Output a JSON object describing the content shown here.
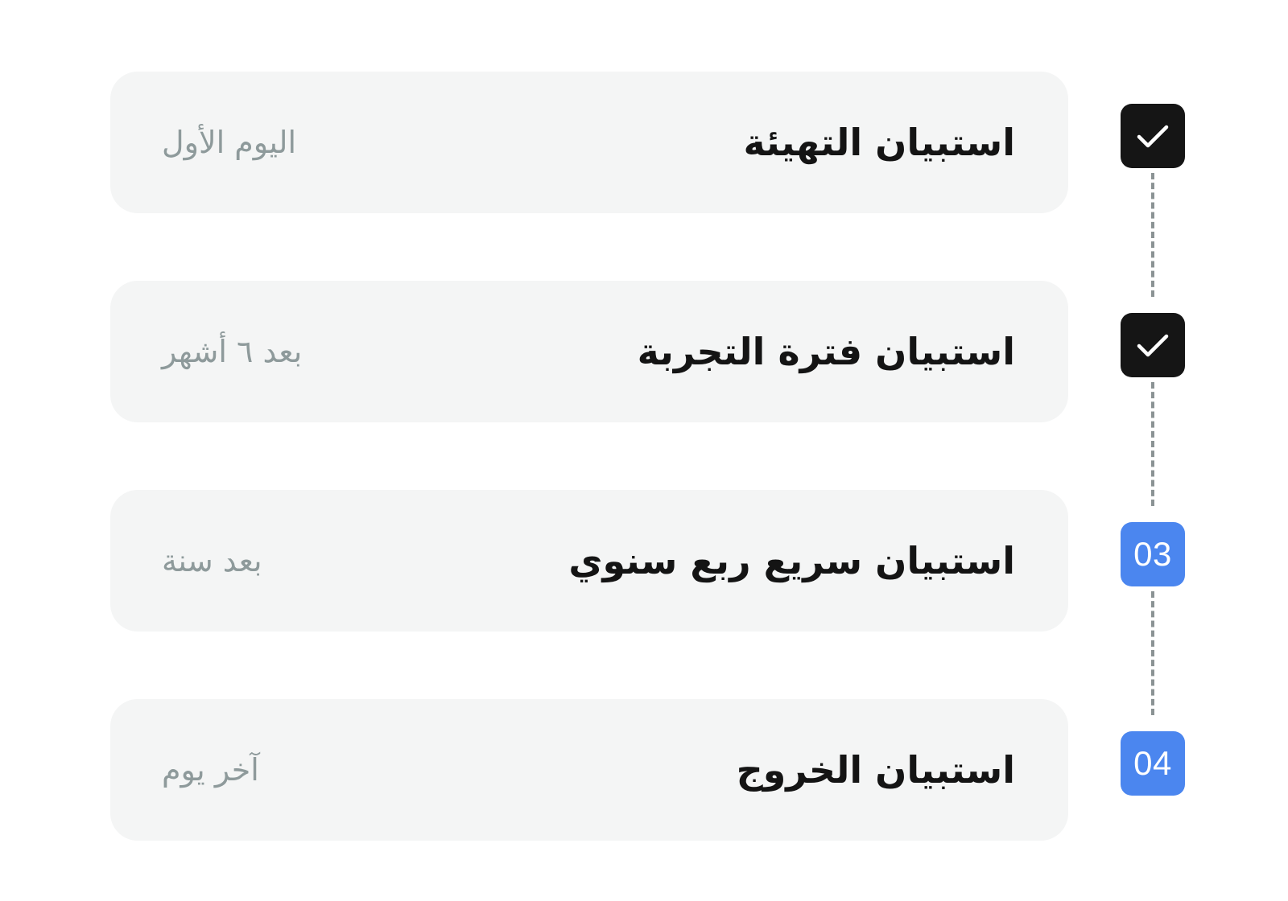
{
  "steps": [
    {
      "title": "استبيان التهيئة",
      "timing": "اليوم الأول",
      "status": "completed",
      "icon": "check-icon"
    },
    {
      "title": "استبيان فترة التجربة",
      "timing": "بعد ٦ أشهر",
      "status": "completed",
      "icon": "check-icon"
    },
    {
      "title": "استبيان سريع ربع سنوي",
      "timing": "بعد سنة",
      "status": "pending",
      "number": "03"
    },
    {
      "title": "استبيان الخروج",
      "timing": "آخر يوم",
      "status": "pending",
      "number": "04"
    }
  ],
  "colors": {
    "card_background": "#f4f5f5",
    "completed_badge": "#151515",
    "pending_badge": "#4b86ef",
    "title_text": "#141414",
    "timing_text": "#8e9a9b",
    "connector": "#8b9394"
  }
}
